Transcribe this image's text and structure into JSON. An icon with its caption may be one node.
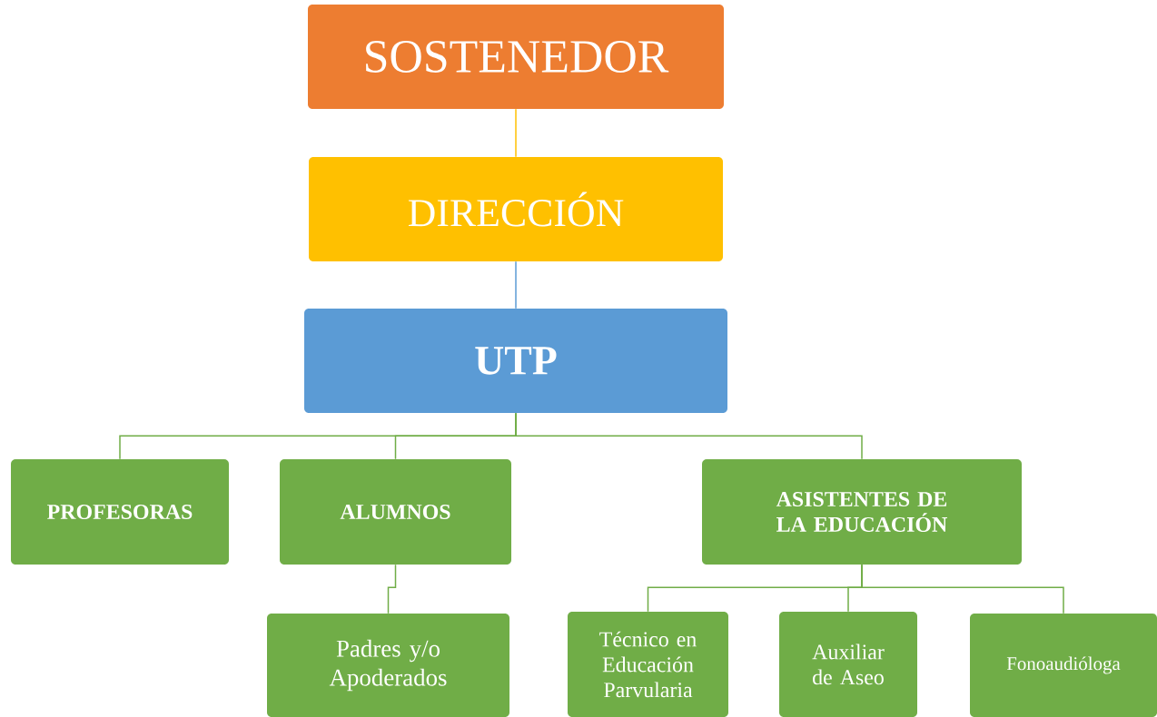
{
  "diagram": {
    "nodes": [
      {
        "text": [
          "SOSTENEDOR"
        ]
      },
      {
        "text": [
          "DIRECCIÓN"
        ]
      },
      {
        "text": [
          "UTP"
        ]
      },
      {
        "text": [
          "PROFESORAS"
        ]
      },
      {
        "text": [
          "ALUMNOS"
        ]
      },
      {
        "text": [
          "ASISTENTES DE LA EDUCACIÓN"
        ]
      },
      {
        "text": [
          "Padres y/o Apoderados"
        ]
      },
      {
        "text": [
          "Técnico en Educación Parvularia"
        ]
      },
      {
        "text": [
          "Auxiliar de Aseo"
        ]
      },
      {
        "text": [
          "Fonoaudióloga"
        ]
      }
    ],
    "edges": [
      {
        "from": 0,
        "to": 1,
        "arrow": "none",
        "color": "#ffc000"
      },
      {
        "from": 1,
        "to": 2,
        "arrow": "none",
        "color": "#5b9bd5"
      },
      {
        "from": 2,
        "to": 3,
        "arrow": "none"
      },
      {
        "from": 2,
        "to": 4,
        "arrow": "none"
      },
      {
        "from": 2,
        "to": 5,
        "arrow": "none"
      },
      {
        "from": 4,
        "to": 6,
        "arrow": "none"
      },
      {
        "from": 5,
        "to": 7,
        "arrow": "none"
      },
      {
        "from": 5,
        "to": 8,
        "arrow": "none"
      },
      {
        "from": 5,
        "to": 9,
        "arrow": "none"
      }
    ]
  }
}
